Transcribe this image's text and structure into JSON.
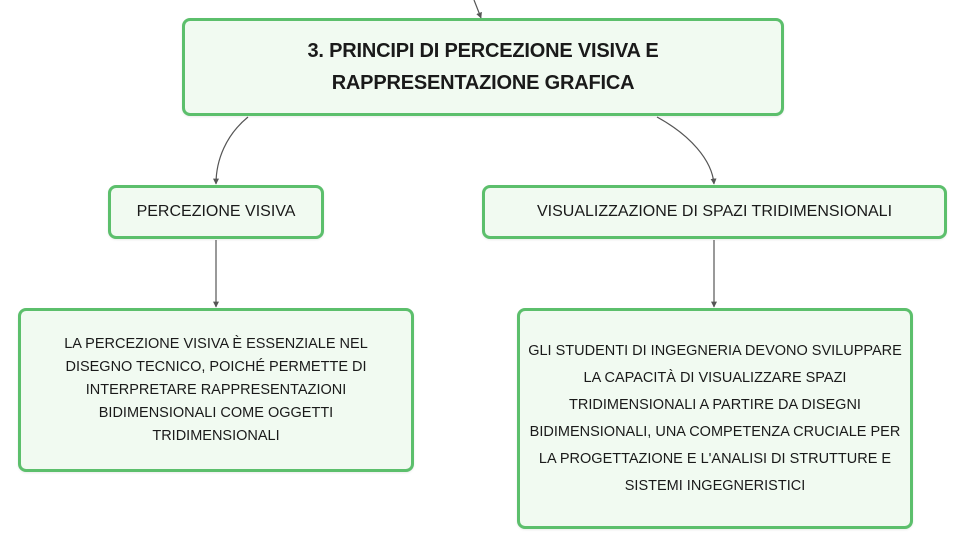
{
  "diagram": {
    "root": {
      "label": "3. PRINCIPI DI PERCEZIONE VISIVA E RAPPRESENTAZIONE GRAFICA"
    },
    "branches": [
      {
        "label": "PERCEZIONE VISIVA",
        "detail": "LA PERCEZIONE VISIVA È ESSENZIALE NEL DISEGNO TECNICO, POICHÉ PERMETTE DI INTERPRETARE RAPPRESENTAZIONI BIDIMENSIONALI COME OGGETTI TRIDIMENSIONALI"
      },
      {
        "label": "VISUALIZZAZIONE DI SPAZI TRIDIMENSIONALI",
        "detail": "GLI STUDENTI DI INGEGNERIA DEVONO SVILUPPARE LA CAPACITÀ DI VISUALIZZARE SPAZI TRIDIMENSIONALI A PARTIRE DA DISEGNI BIDIMENSIONALI, UNA COMPETENZA CRUCIALE PER LA PROGETTAZIONE E L'ANALISI DI STRUTTURE E SISTEMI INGEGNERISTICI"
      }
    ]
  },
  "colors": {
    "node_border": "#5cbf6c",
    "node_fill": "#f1faf1",
    "connector": "#555555"
  }
}
